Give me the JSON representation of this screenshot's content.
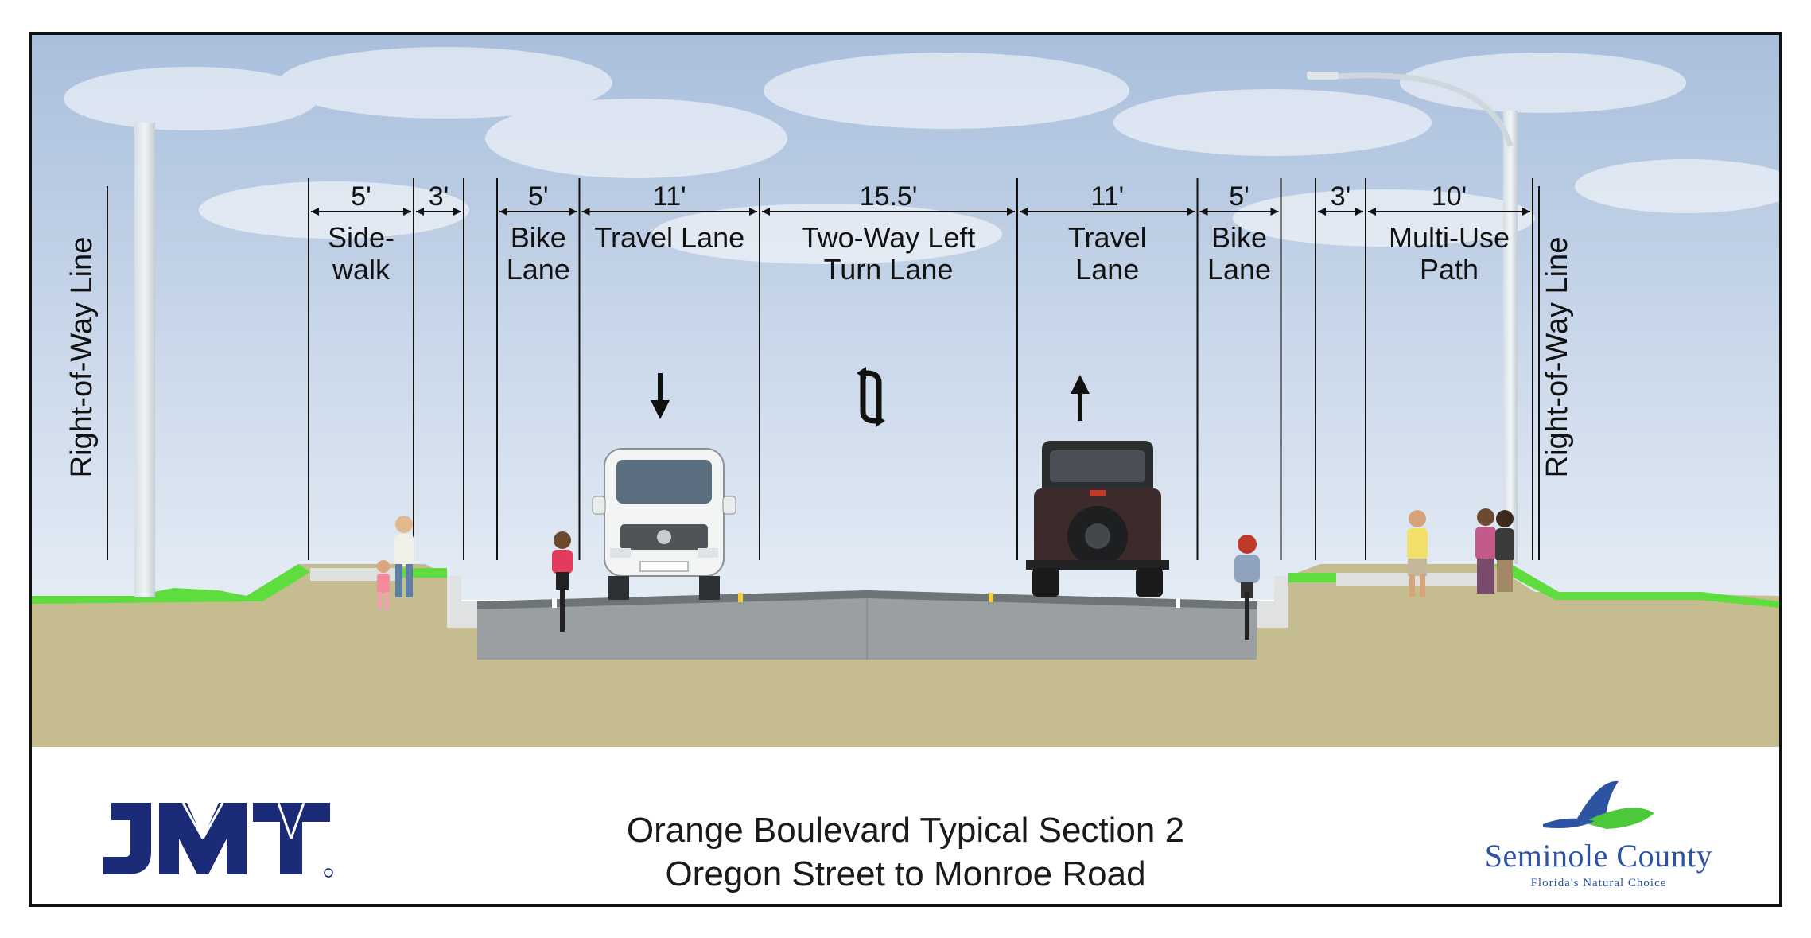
{
  "title": {
    "line1": "Orange Boulevard Typical Section 2",
    "line2": "Oregon Street to Monroe Road"
  },
  "right_of_way": {
    "left": "Right-of-Way Line",
    "right": "Right-of-Way Line"
  },
  "segments": [
    {
      "width": "5'",
      "label": [
        "Side-",
        "walk"
      ]
    },
    {
      "width": "3'",
      "label": []
    },
    {
      "width": "5'",
      "label": [
        "Bike",
        "Lane"
      ]
    },
    {
      "width": "11'",
      "label": [
        "Travel Lane"
      ]
    },
    {
      "width": "15.5'",
      "label": [
        "Two-Way Left",
        "Turn Lane"
      ]
    },
    {
      "width": "11'",
      "label": [
        "Travel",
        "Lane"
      ]
    },
    {
      "width": "5'",
      "label": [
        "Bike",
        "Lane"
      ]
    },
    {
      "width": "3'",
      "label": []
    },
    {
      "width": "10'",
      "label": [
        "Multi-Use",
        "Path"
      ]
    }
  ],
  "arrows": {
    "southbound": "down-arrow-icon",
    "center": "two-way-turn-arrow-icon",
    "northbound": "up-arrow-icon"
  },
  "logos": {
    "jmt": "JMT",
    "seminole_name": "Seminole County",
    "seminole_tagline": "Florida's Natural Choice"
  },
  "colors": {
    "grass": "#5fdc3e",
    "soil": "#c5bd90",
    "pavement": "#9a9fa2",
    "sidewalk": "#dde0de",
    "jmt_blue": "#1b2b78",
    "seminole_blue": "#2d54a3"
  }
}
